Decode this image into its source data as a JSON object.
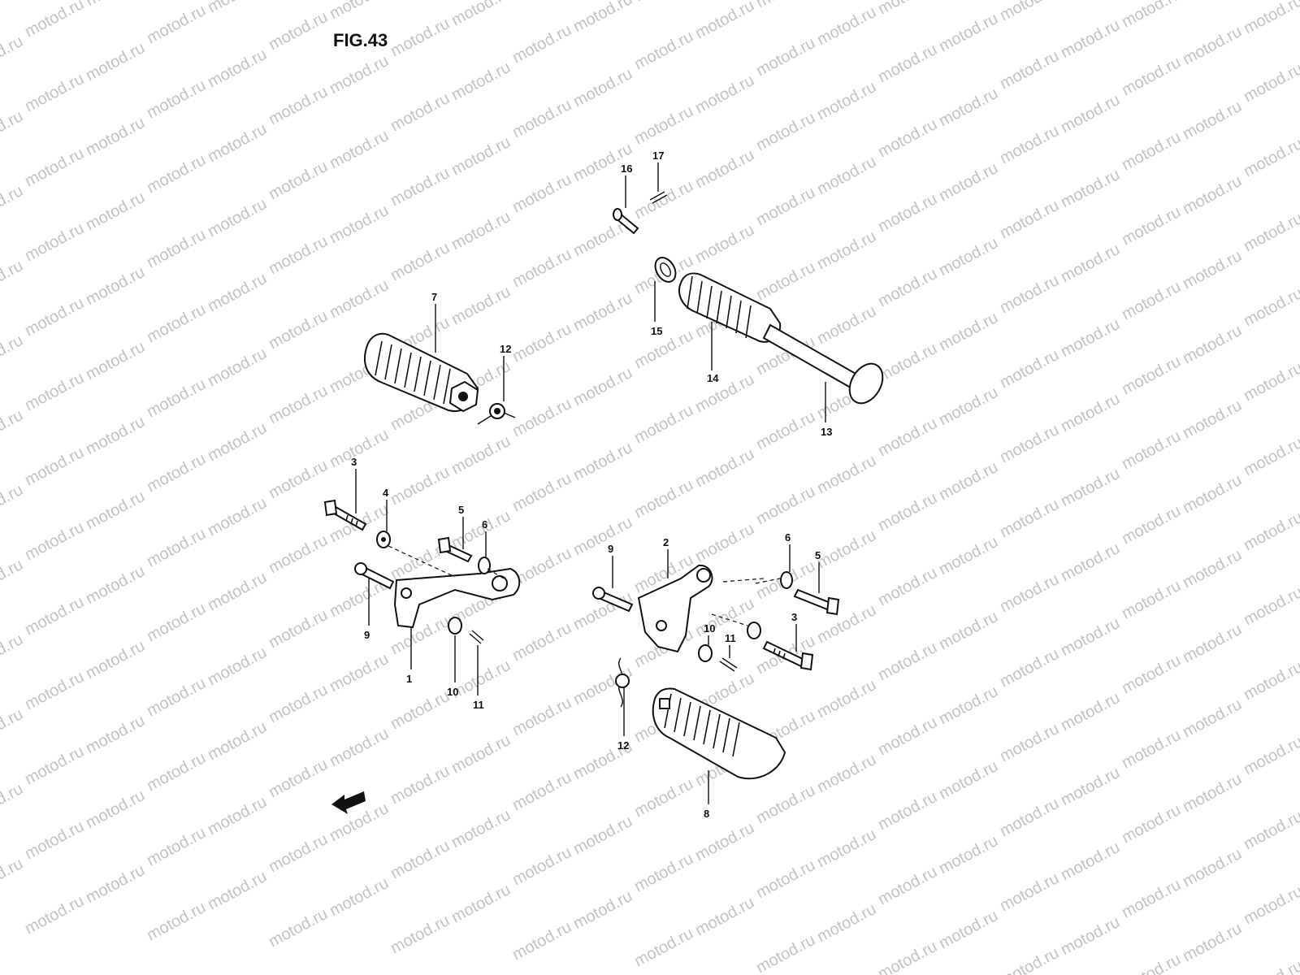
{
  "figure": {
    "title": "FIG.43"
  },
  "watermark": {
    "text": "motod.ru"
  },
  "callouts": [
    {
      "id": "c16",
      "label": "16"
    },
    {
      "id": "c17",
      "label": "17"
    },
    {
      "id": "c7",
      "label": "7"
    },
    {
      "id": "c12a",
      "label": "12"
    },
    {
      "id": "c15",
      "label": "15"
    },
    {
      "id": "c14",
      "label": "14"
    },
    {
      "id": "c13",
      "label": "13"
    },
    {
      "id": "c3a",
      "label": "3"
    },
    {
      "id": "c4",
      "label": "4"
    },
    {
      "id": "c5a",
      "label": "5"
    },
    {
      "id": "c6a",
      "label": "6"
    },
    {
      "id": "c9a",
      "label": "9"
    },
    {
      "id": "c1",
      "label": "1"
    },
    {
      "id": "c10a",
      "label": "10"
    },
    {
      "id": "c11a",
      "label": "11"
    },
    {
      "id": "c9b",
      "label": "9"
    },
    {
      "id": "c2",
      "label": "2"
    },
    {
      "id": "c6b",
      "label": "6"
    },
    {
      "id": "c5b",
      "label": "5"
    },
    {
      "id": "c10b",
      "label": "10"
    },
    {
      "id": "c11b",
      "label": "11"
    },
    {
      "id": "c3b",
      "label": "3"
    },
    {
      "id": "c12b",
      "label": "12"
    },
    {
      "id": "c8",
      "label": "8"
    }
  ]
}
